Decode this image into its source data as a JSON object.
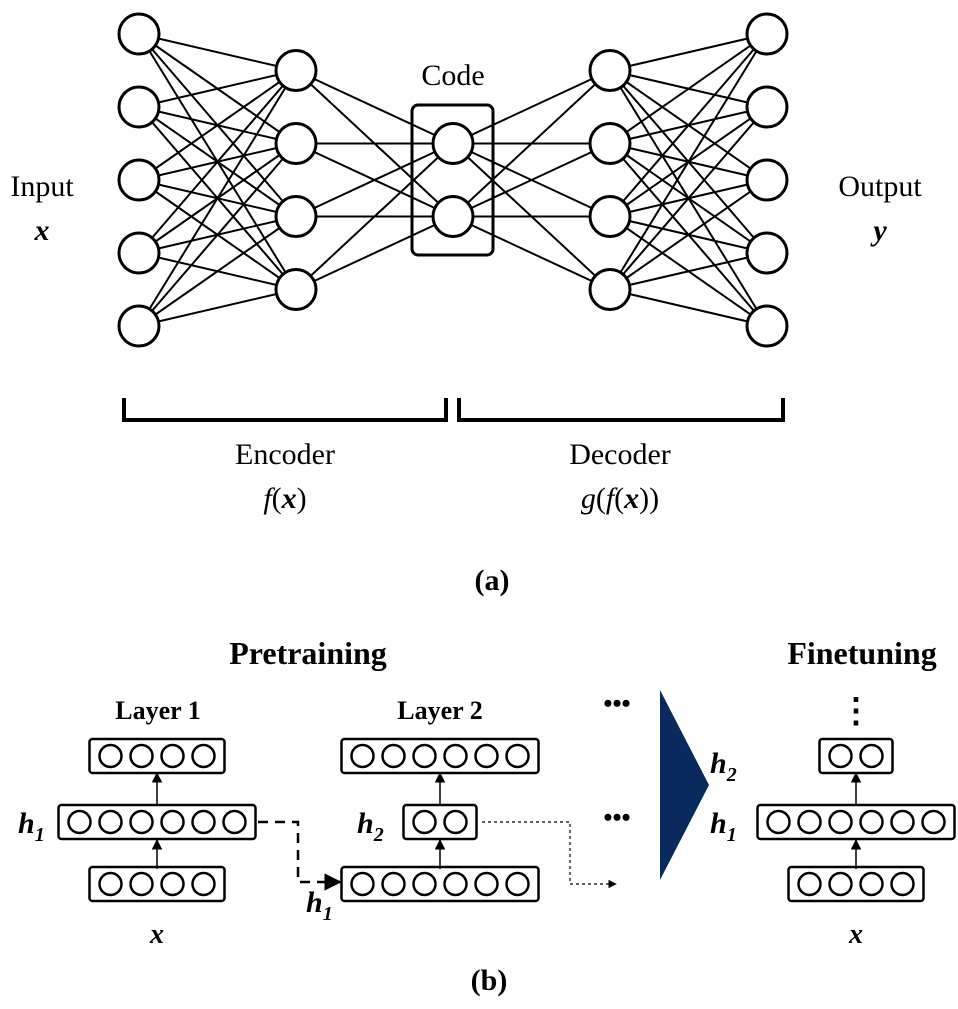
{
  "part_a": {
    "code_label": "Code",
    "input_label": "Input",
    "input_var": "x",
    "output_label": "Output",
    "output_var": "y",
    "encoder_label": "Encoder",
    "encoder_fn_f": "f",
    "encoder_fn_x": "x",
    "decoder_label": "Decoder",
    "decoder_fn_g": "g",
    "decoder_fn_f": "f",
    "decoder_fn_x": "x",
    "caption": "(a)",
    "layers": [
      5,
      4,
      2,
      4,
      5
    ]
  },
  "part_b": {
    "pretraining_title": "Pretraining",
    "finetuning_title": "Finetuning",
    "layer1_label": "Layer 1",
    "layer2_label": "Layer 2",
    "ellipsis": "•••",
    "vertical_ellipsis": "⋮",
    "h": "h",
    "sub1": "1",
    "sub2": "2",
    "x": "x",
    "caption": "(b)",
    "fill_color": "#0a2a5e"
  }
}
